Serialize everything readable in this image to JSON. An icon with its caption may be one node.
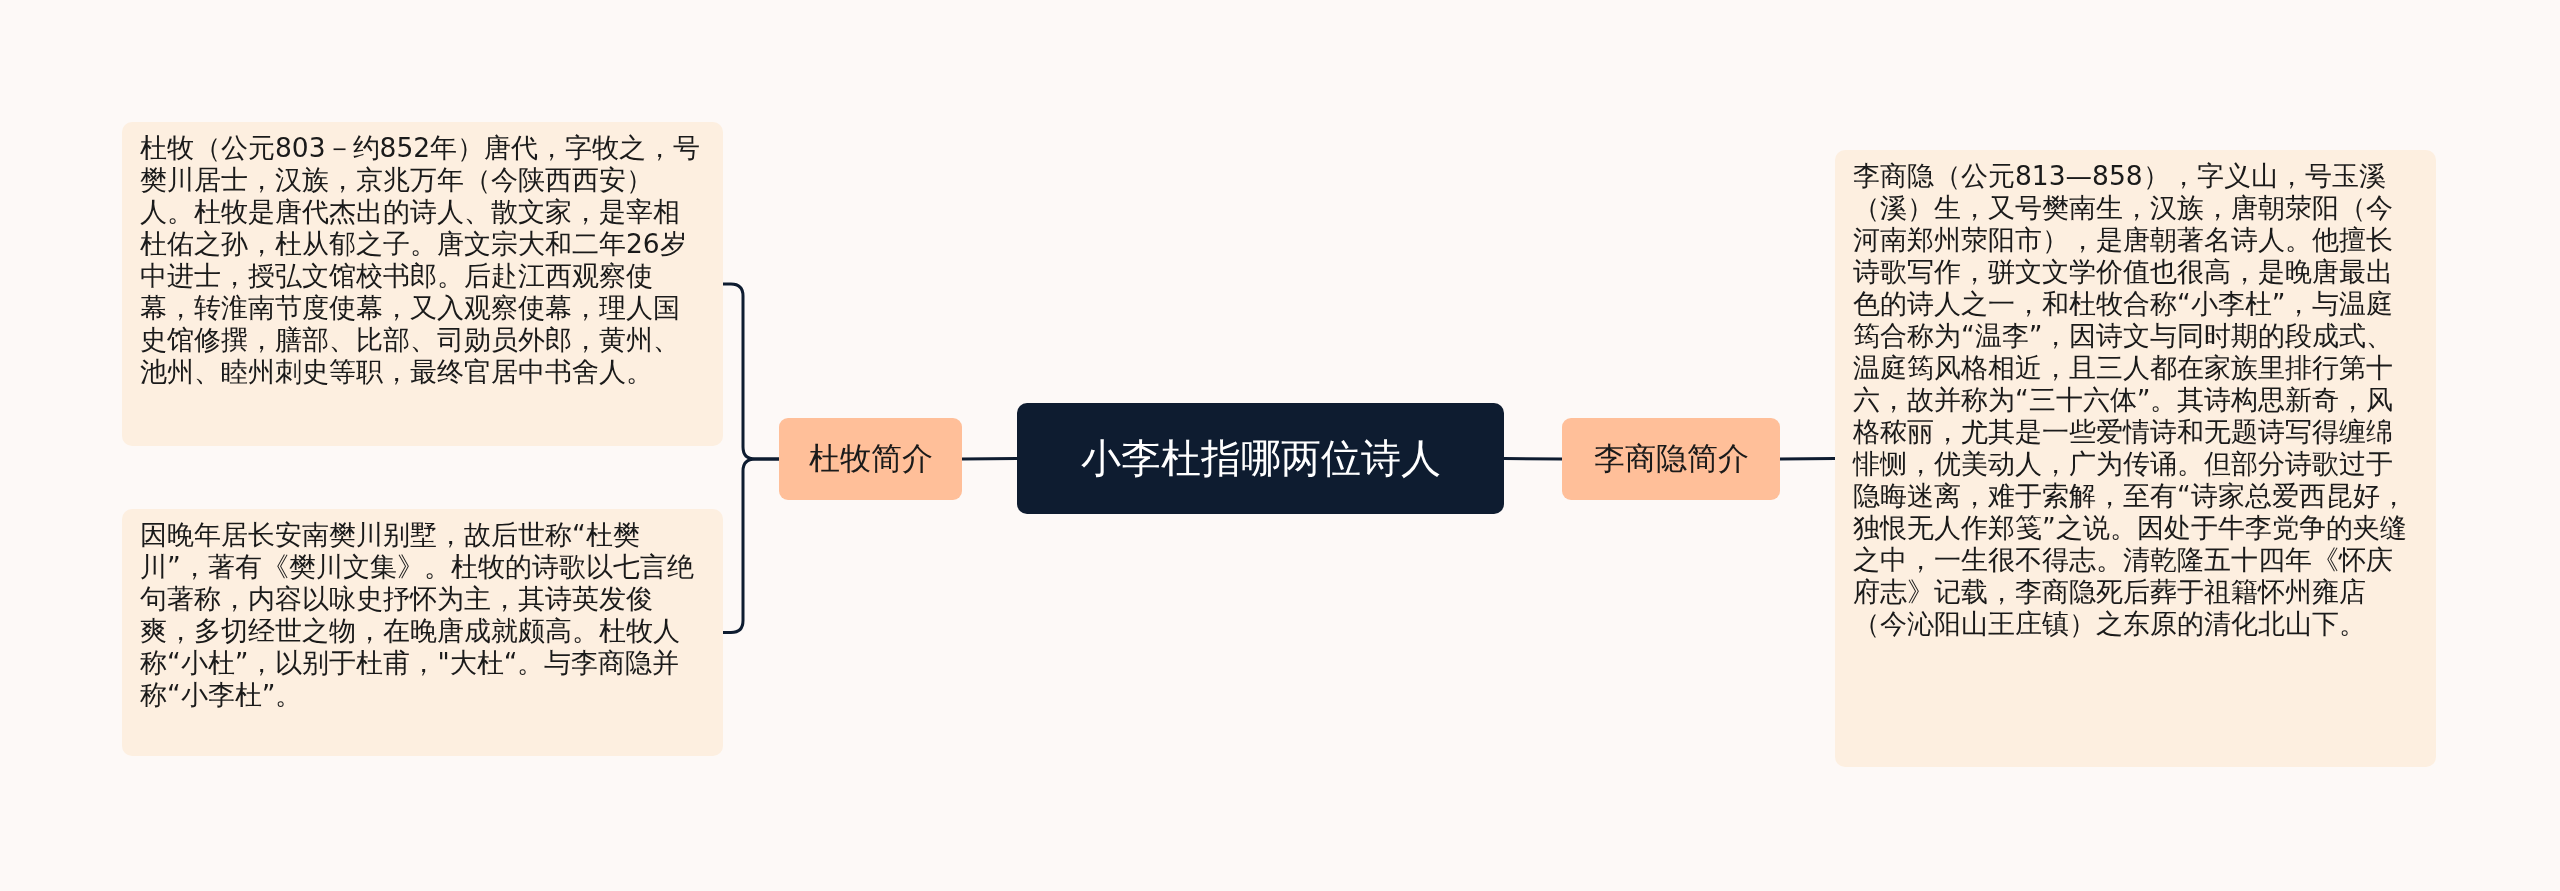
{
  "diagram": {
    "nodes": [
      {
        "text": [
          "小李杜指哪两位诗人"
        ]
      },
      {
        "text": [
          "杜牧简介"
        ]
      },
      {
        "text": [
          "杜牧（公元803－约852年）唐代，字牧之，号樊川居士，汉族，京兆万年（今陕西西安）人。杜牧是唐代杰出的诗人、散文家，是宰相杜佑之孙，杜从郁之子。唐文宗大和二年26岁中进士，授弘文馆校书郎。后赴江西观察使幕，转淮南节度使幕，又入观察使幕，理人国史馆修撰，膳部、比部、司勋员外郎，黄州、池州、睦州刺史等职，最终官居中书舍人。"
        ]
      },
      {
        "text": [
          "因晚年居长安南樊川别墅，故后世称“杜樊川”，著有《樊川文集》。杜牧的诗歌以七言绝句著称，内容以咏史抒怀为主，其诗英发俊爽，多切经世之物，在晚唐成就颇高。杜牧人称“小杜”，以别于杜甫，\"大杜“。与李商隐并称“小李杜”。"
        ]
      },
      {
        "text": [
          "李商隐简介"
        ]
      },
      {
        "text": [
          "李商隐（公元813—858），字义山，号玉溪（溪）生，又号樊南生，汉族，唐朝荥阳（今河南郑州荥阳市），是唐朝著名诗人。他擅长诗歌写作，骈文文学价值也很高，是晚唐最出色的诗人之一，和杜牧合称“小李杜”，与温庭筠合称为“温李”，因诗文与同时期的段成式、温庭筠风格相近，且三人都在家族里排行第十六，故并称为“三十六体”。其诗构思新奇，风格秾丽，尤其是一些爱情诗和无题诗写得缠绵悱恻，优美动人，广为传诵。但部分诗歌过于隐晦迷离，难于索解，至有“诗家总爱西昆好，独恨无人作郑笺”之说。因处于牛李党争的夹缝之中，一生很不得志。清乾隆五十四年《怀庆府志》记载，李商隐死后葬于祖籍怀州雍店（今沁阳山王庄镇）之东原的清化北山下。"
        ]
      }
    ],
    "edges": [
      {
        "from": 0,
        "to": 1,
        "arrow": "none"
      },
      {
        "from": 1,
        "to": 2,
        "arrow": "none"
      },
      {
        "from": 1,
        "to": 3,
        "arrow": "none"
      },
      {
        "from": 0,
        "to": 4,
        "arrow": "none"
      },
      {
        "from": 4,
        "to": 5,
        "arrow": "none"
      }
    ]
  }
}
